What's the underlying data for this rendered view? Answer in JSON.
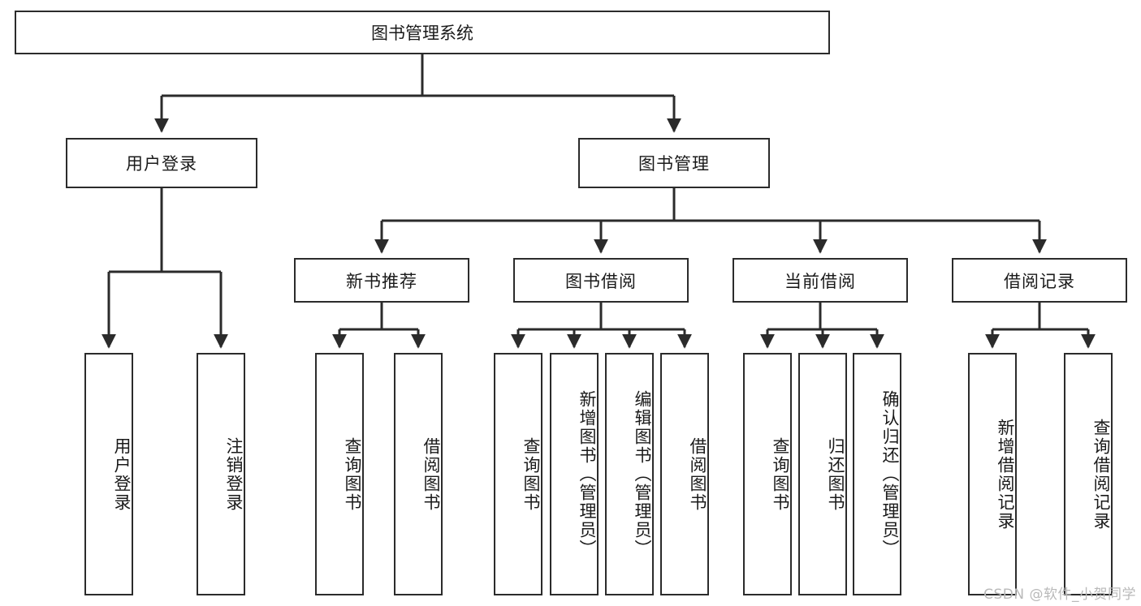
{
  "diagram": {
    "title": "图书管理系统",
    "type": "hierarchy-tree",
    "root": {
      "label": "图书管理系统"
    },
    "level2": [
      {
        "id": "user-login",
        "label": "用户登录"
      },
      {
        "id": "book-manage",
        "label": "图书管理"
      }
    ],
    "level3": [
      {
        "id": "new-book-recommend",
        "label": "新书推荐"
      },
      {
        "id": "book-borrow",
        "label": "图书借阅"
      },
      {
        "id": "current-borrow",
        "label": "当前借阅"
      },
      {
        "id": "borrow-record",
        "label": "借阅记录"
      }
    ],
    "leaves": {
      "user-login": [
        {
          "id": "leaf-user-login",
          "label": "用户登录"
        },
        {
          "id": "leaf-user-logout",
          "label": "注销登录"
        }
      ],
      "new-book-recommend": [
        {
          "id": "leaf-query-book-1",
          "label": "查询图书"
        },
        {
          "id": "leaf-borrow-book-1",
          "label": "借阅图书"
        }
      ],
      "book-borrow": [
        {
          "id": "leaf-query-book-2",
          "label": "查询图书"
        },
        {
          "id": "leaf-add-book",
          "label": "新增图书（管理员）"
        },
        {
          "id": "leaf-edit-book",
          "label": "编辑图书（管理员）"
        },
        {
          "id": "leaf-borrow-book-2",
          "label": "借阅图书"
        }
      ],
      "current-borrow": [
        {
          "id": "leaf-query-book-3",
          "label": "查询图书"
        },
        {
          "id": "leaf-return-book",
          "label": "归还图书"
        },
        {
          "id": "leaf-confirm-return",
          "label": "确认归还（管理员）"
        }
      ],
      "borrow-record": [
        {
          "id": "leaf-add-record",
          "label": "新增借阅记录"
        },
        {
          "id": "leaf-query-record",
          "label": "查询借阅记录"
        }
      ]
    }
  },
  "watermark": {
    "text": "CSDN @软件_小贺同学"
  },
  "colors": {
    "background": "#ffffff",
    "border": "#2b2b2b",
    "connector": "#2b2b2b",
    "text": "#1a1a1a",
    "watermark": "#b9b9b9"
  }
}
